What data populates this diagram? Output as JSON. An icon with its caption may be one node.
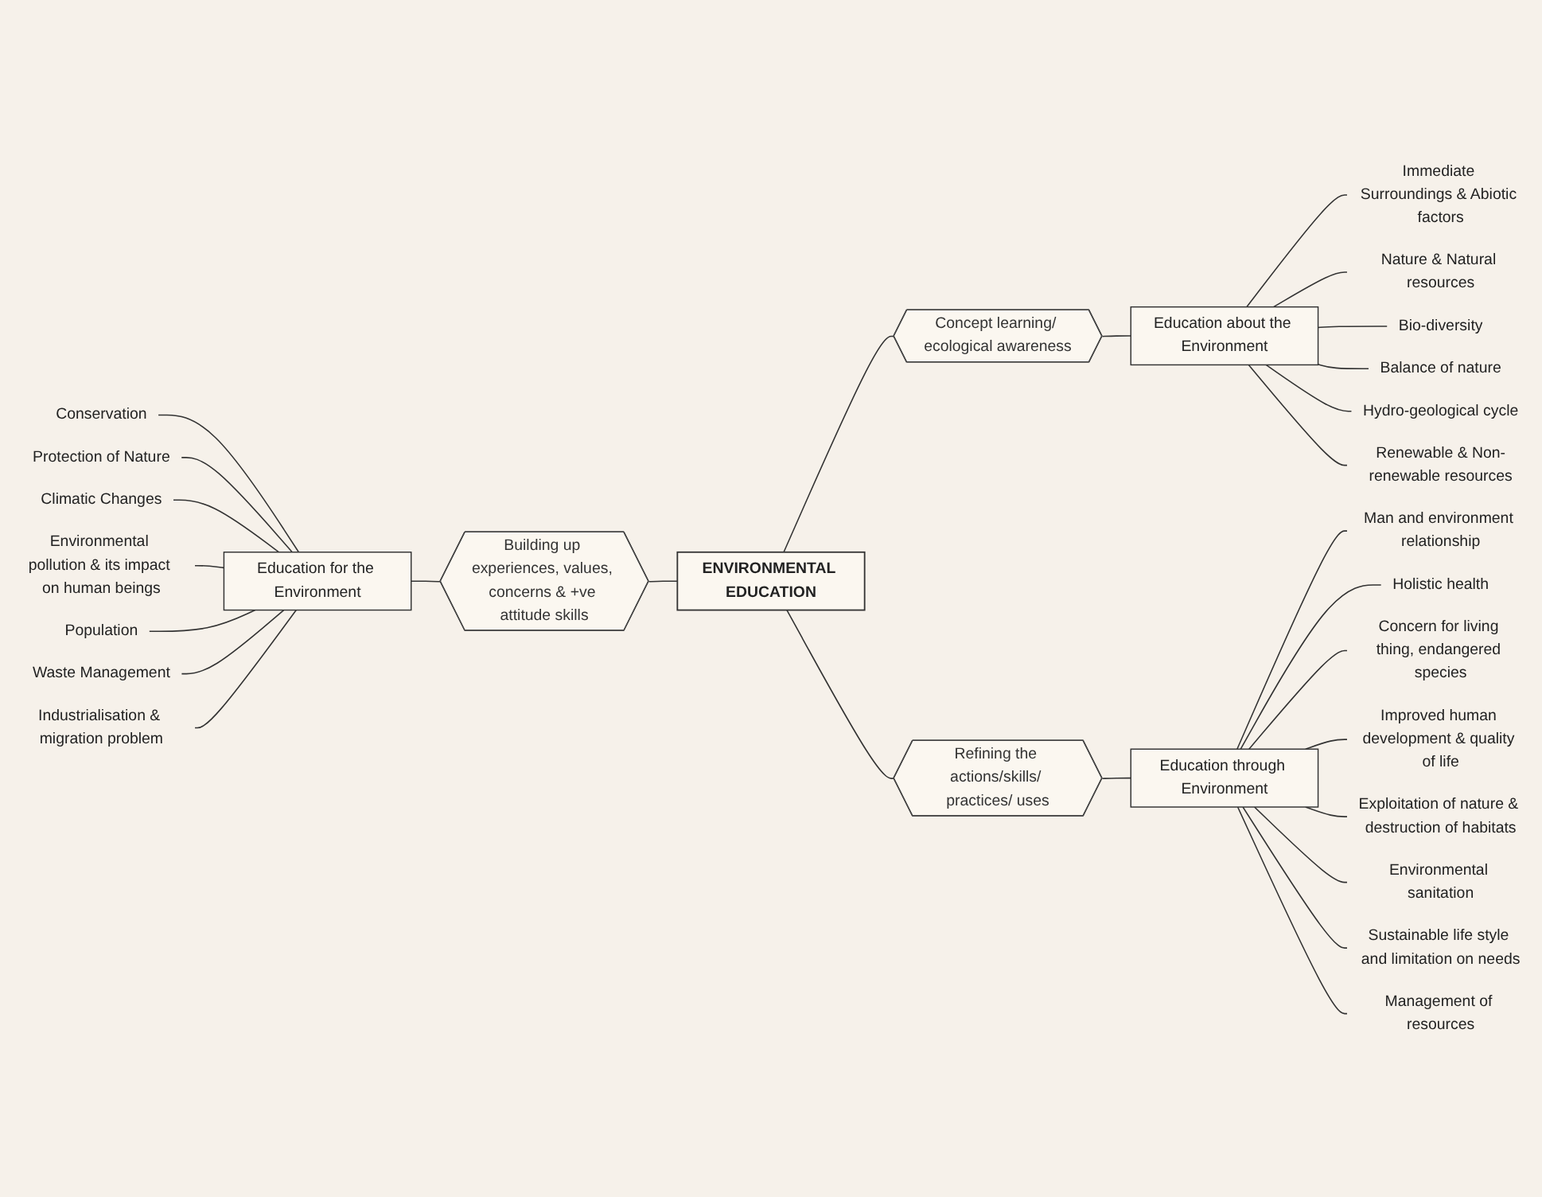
{
  "diagram": {
    "nodes": [
      {
        "text": [
          "ENVIRONMENTAL EDUCATION"
        ]
      },
      {
        "text": [
          "Building up experiences, values, concerns & +ve attitude skills"
        ]
      },
      {
        "text": [
          "Concept learning/ ecological awareness"
        ]
      },
      {
        "text": [
          "Refining the actions/skills/ practices/ uses"
        ]
      },
      {
        "text": [
          "Education for the Environment"
        ]
      },
      {
        "text": [
          "Education about the Environment"
        ]
      },
      {
        "text": [
          "Education through Environment"
        ]
      },
      {
        "text": [
          "Conservation"
        ]
      },
      {
        "text": [
          "Protection of Nature"
        ]
      },
      {
        "text": [
          "Climatic Changes"
        ]
      },
      {
        "text": [
          "Environmental pollution & its impact on human beings"
        ]
      },
      {
        "text": [
          "Population"
        ]
      },
      {
        "text": [
          "Waste Management"
        ]
      },
      {
        "text": [
          "Industrialisation & migration problem"
        ]
      },
      {
        "text": [
          "Immediate Surroundings & Abiotic factors"
        ]
      },
      {
        "text": [
          "Nature & Natural resources"
        ]
      },
      {
        "text": [
          "Bio-diversity"
        ]
      },
      {
        "text": [
          "Balance of nature"
        ]
      },
      {
        "text": [
          "Hydro-geological cycle"
        ]
      },
      {
        "text": [
          "Renewable & Non-renewable resources"
        ]
      },
      {
        "text": [
          "Man and environment relationship"
        ]
      },
      {
        "text": [
          "Holistic health"
        ]
      },
      {
        "text": [
          "Concern for living thing, endangered species"
        ]
      },
      {
        "text": [
          "Improved human development & quality of life"
        ]
      },
      {
        "text": [
          "Exploitation of nature & destruction of habitats"
        ]
      },
      {
        "text": [
          "Environmental sanitation"
        ]
      },
      {
        "text": [
          "Sustainable life style and limitation on needs"
        ]
      },
      {
        "text": [
          "Management of resources"
        ]
      }
    ],
    "edges": [
      {
        "from": 7,
        "to": 4,
        "arrow": "none"
      },
      {
        "from": 8,
        "to": 4,
        "arrow": "none"
      },
      {
        "from": 9,
        "to": 4,
        "arrow": "none"
      },
      {
        "from": 10,
        "to": 4,
        "arrow": "none"
      },
      {
        "from": 11,
        "to": 4,
        "arrow": "none"
      },
      {
        "from": 12,
        "to": 4,
        "arrow": "none"
      },
      {
        "from": 13,
        "to": 4,
        "arrow": "none"
      },
      {
        "from": 4,
        "to": 1,
        "arrow": "none"
      },
      {
        "from": 1,
        "to": 0,
        "arrow": "none"
      },
      {
        "from": 0,
        "to": 2,
        "arrow": "none"
      },
      {
        "from": 2,
        "to": 5,
        "arrow": "none"
      },
      {
        "from": 0,
        "to": 3,
        "arrow": "none"
      },
      {
        "from": 3,
        "to": 6,
        "arrow": "none"
      },
      {
        "from": 5,
        "to": 14,
        "arrow": "none"
      },
      {
        "from": 5,
        "to": 15,
        "arrow": "none"
      },
      {
        "from": 5,
        "to": 16,
        "arrow": "none"
      },
      {
        "from": 5,
        "to": 17,
        "arrow": "none"
      },
      {
        "from": 5,
        "to": 18,
        "arrow": "none"
      },
      {
        "from": 5,
        "to": 19,
        "arrow": "none"
      },
      {
        "from": 6,
        "to": 20,
        "arrow": "none"
      },
      {
        "from": 6,
        "to": 21,
        "arrow": "none"
      },
      {
        "from": 6,
        "to": 22,
        "arrow": "none"
      },
      {
        "from": 6,
        "to": 23,
        "arrow": "none"
      },
      {
        "from": 6,
        "to": 24,
        "arrow": "none"
      },
      {
        "from": 6,
        "to": 25,
        "arrow": "none"
      },
      {
        "from": 6,
        "to": 26,
        "arrow": "none"
      },
      {
        "from": 6,
        "to": 27,
        "arrow": "none"
      }
    ]
  }
}
